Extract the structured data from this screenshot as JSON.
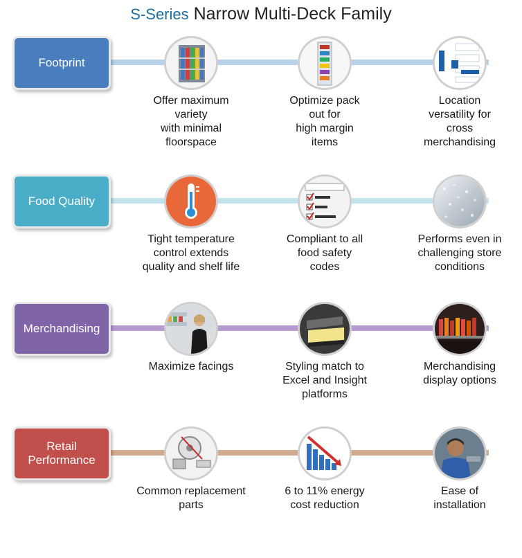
{
  "title": {
    "brand": "S-Series",
    "rest": "Narrow Multi-Deck Family"
  },
  "rows": [
    {
      "label": "Footprint",
      "color": "#4a7dbd",
      "line_color": "#b9d2ea",
      "items": [
        {
          "caption": "Offer maximum\nvariety\nwith minimal\nfloorspace",
          "icon": "refrigerated-case-icon"
        },
        {
          "caption": "Optimize pack\nout for\nhigh margin\nitems",
          "icon": "stocked-shelf-icon"
        },
        {
          "caption": "Location\nversatility for\ncross\nmerchandising",
          "icon": "store-floor-plan-icon"
        }
      ]
    },
    {
      "label": "Food Quality",
      "color": "#4aaec8",
      "line_color": "#c3e4ee",
      "items": [
        {
          "caption": "Tight temperature\ncontrol extends\nquality and shelf life",
          "icon": "thermometer-icon"
        },
        {
          "caption": "Compliant to all\nfood safety\ncodes",
          "icon": "compliance-checklist-icon"
        },
        {
          "caption": "Performs even in\nchallenging store\nconditions",
          "icon": "condensation-glass-icon"
        }
      ]
    },
    {
      "label": "Merchandising",
      "color": "#8064a8",
      "line_color": "#b79bd0",
      "items": [
        {
          "caption": "Maximize facings",
          "icon": "shopper-icon"
        },
        {
          "caption": "Styling match to\nExcel and Insight\nplatforms",
          "icon": "case-styling-icon"
        },
        {
          "caption": "Merchandising\ndisplay options",
          "icon": "product-display-icon"
        }
      ]
    },
    {
      "label": "Retail\nPerformance",
      "color": "#c14f4c",
      "line_color": "#d2aa8e",
      "items": [
        {
          "caption": "Common replacement\nparts",
          "icon": "replacement-parts-icon"
        },
        {
          "caption": "6 to 11% energy\ncost reduction",
          "icon": "energy-reduction-chart-icon"
        },
        {
          "caption": "Ease of\ninstallation",
          "icon": "technician-icon"
        }
      ]
    }
  ]
}
